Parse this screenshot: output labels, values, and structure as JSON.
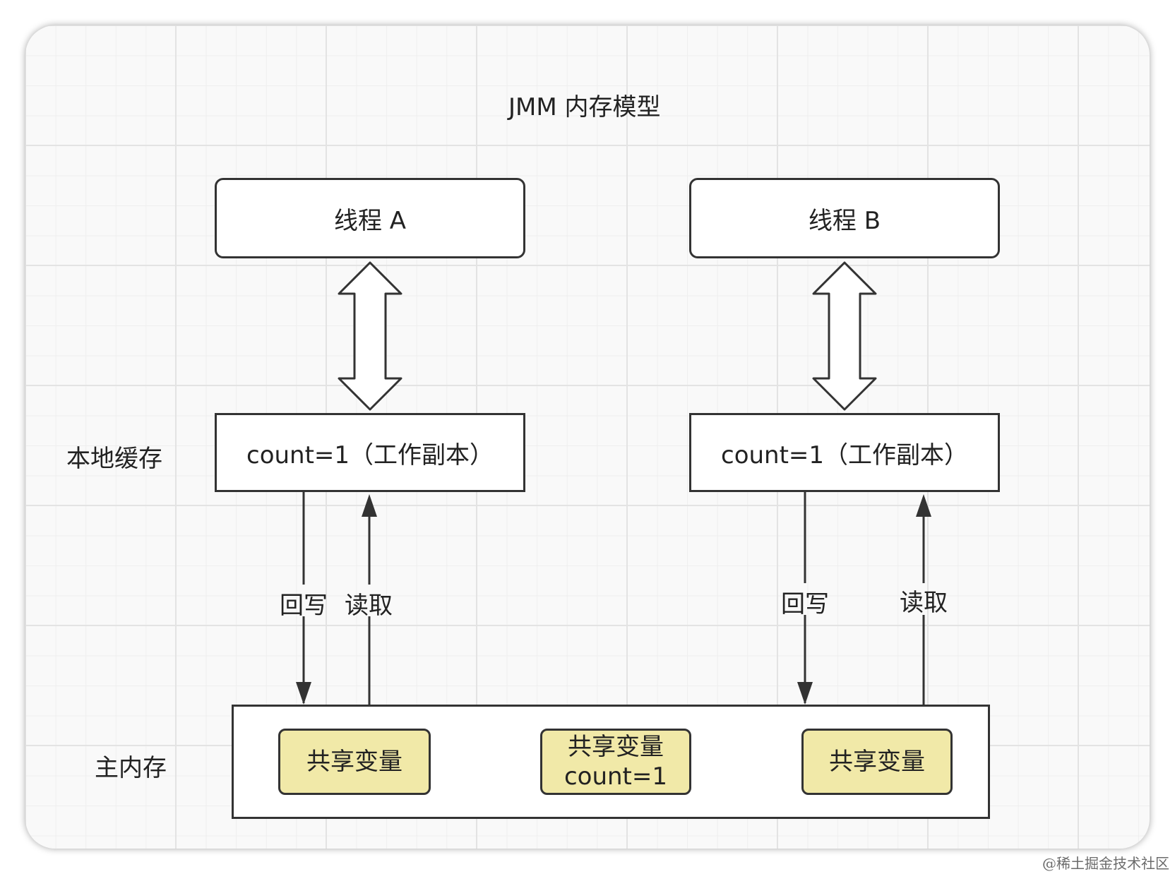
{
  "title": "JMM 内存模型",
  "threads": [
    {
      "label": "线程 A",
      "cache": "count=1（工作副本）",
      "write_label": "回写",
      "read_label": "读取"
    },
    {
      "label": "线程 B",
      "cache": "count=1（工作副本）",
      "write_label": "回写",
      "read_label": "读取"
    }
  ],
  "row_labels": {
    "local_cache": "本地缓存",
    "main_memory": "主内存"
  },
  "main_memory": {
    "variables": [
      {
        "line1": "共享变量",
        "line2": ""
      },
      {
        "line1": "共享变量",
        "line2": "count=1"
      },
      {
        "line1": "共享变量",
        "line2": ""
      }
    ]
  },
  "colors": {
    "variable_fill": "#f1e9a8",
    "stroke": "#333333",
    "grid": "#e3e3e3"
  },
  "watermark": "@稀土掘金技术社区"
}
